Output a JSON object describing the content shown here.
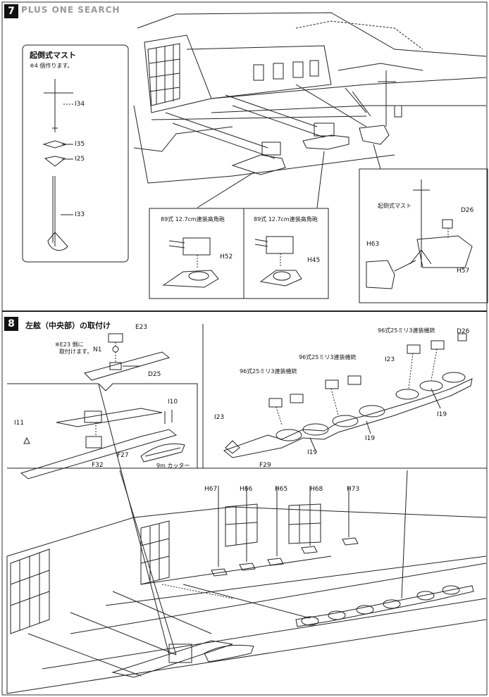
{
  "step7": {
    "number": "7",
    "title_watermark": "PLUS ONE SEARCH",
    "inset_title": "起倒式マスト",
    "inset_note": "※4 個作ります。",
    "inset_parts": [
      "I34",
      "I35",
      "I25",
      "I33"
    ],
    "callout_left": {
      "caption": "89式 12.7cm連装高角砲",
      "part": "H52"
    },
    "callout_mid": {
      "caption": "89式 12.7cm連装高角砲",
      "part": "H45"
    },
    "callout_right": {
      "mast_label": "起倒式マスト",
      "parts": [
        "D26",
        "H63",
        "H57"
      ]
    }
  },
  "step8": {
    "number": "8",
    "title": "左舷（中央部）の取付け",
    "note_line1": "※E23 側に",
    "note_line2": "取付けます。",
    "boat_parts": [
      "E23",
      "N1",
      "D25",
      "I10",
      "I11",
      "F27",
      "F32"
    ],
    "boat_caption": "9m カッター",
    "gun_caption": "96式25ミリ3連装機銃",
    "sponson_parts": [
      "D26",
      "I23",
      "I23",
      "I19",
      "I19",
      "I19",
      "F29"
    ],
    "hull_parts": [
      "H67",
      "H66",
      "H65",
      "H68",
      "H73"
    ]
  }
}
